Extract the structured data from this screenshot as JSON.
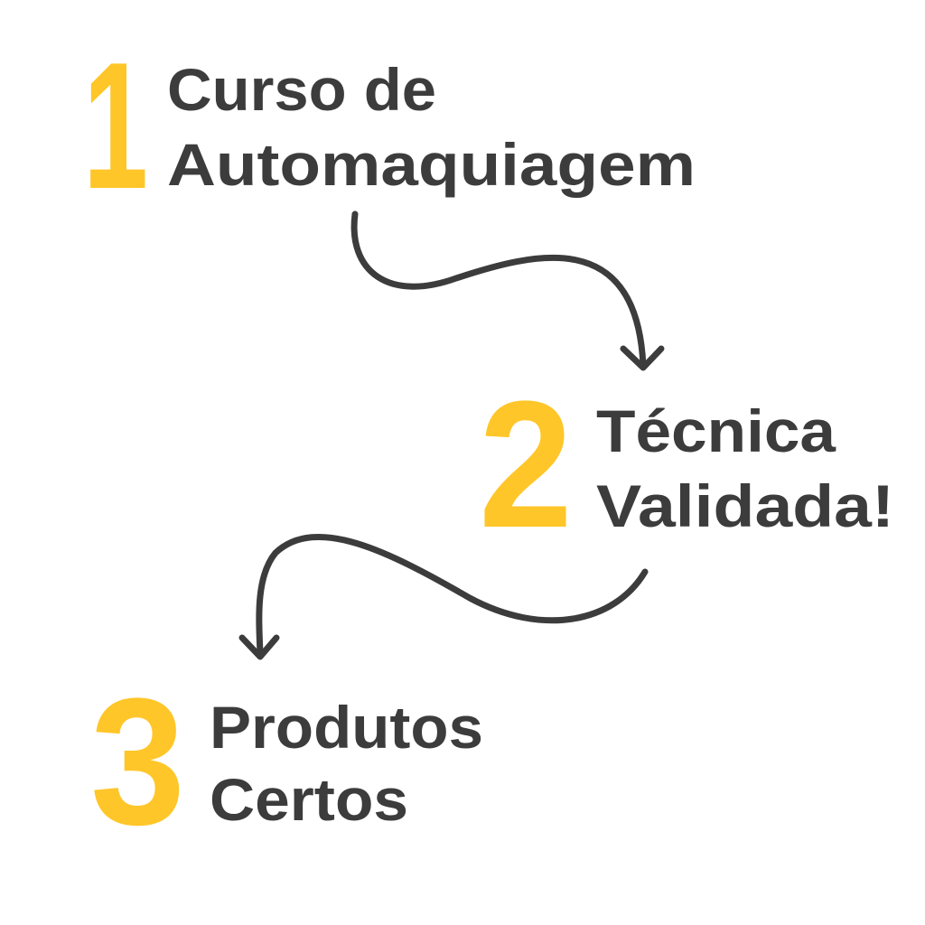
{
  "colors": {
    "accent": "#FFC629",
    "text": "#3C3C3C"
  },
  "steps": [
    {
      "number": "1",
      "line1": "Curso de",
      "line2": "Automaquiagem"
    },
    {
      "number": "2",
      "line1": "Técnica",
      "line2": "Validada!"
    },
    {
      "number": "3",
      "line1": "Produtos",
      "line2": "Certos"
    }
  ]
}
